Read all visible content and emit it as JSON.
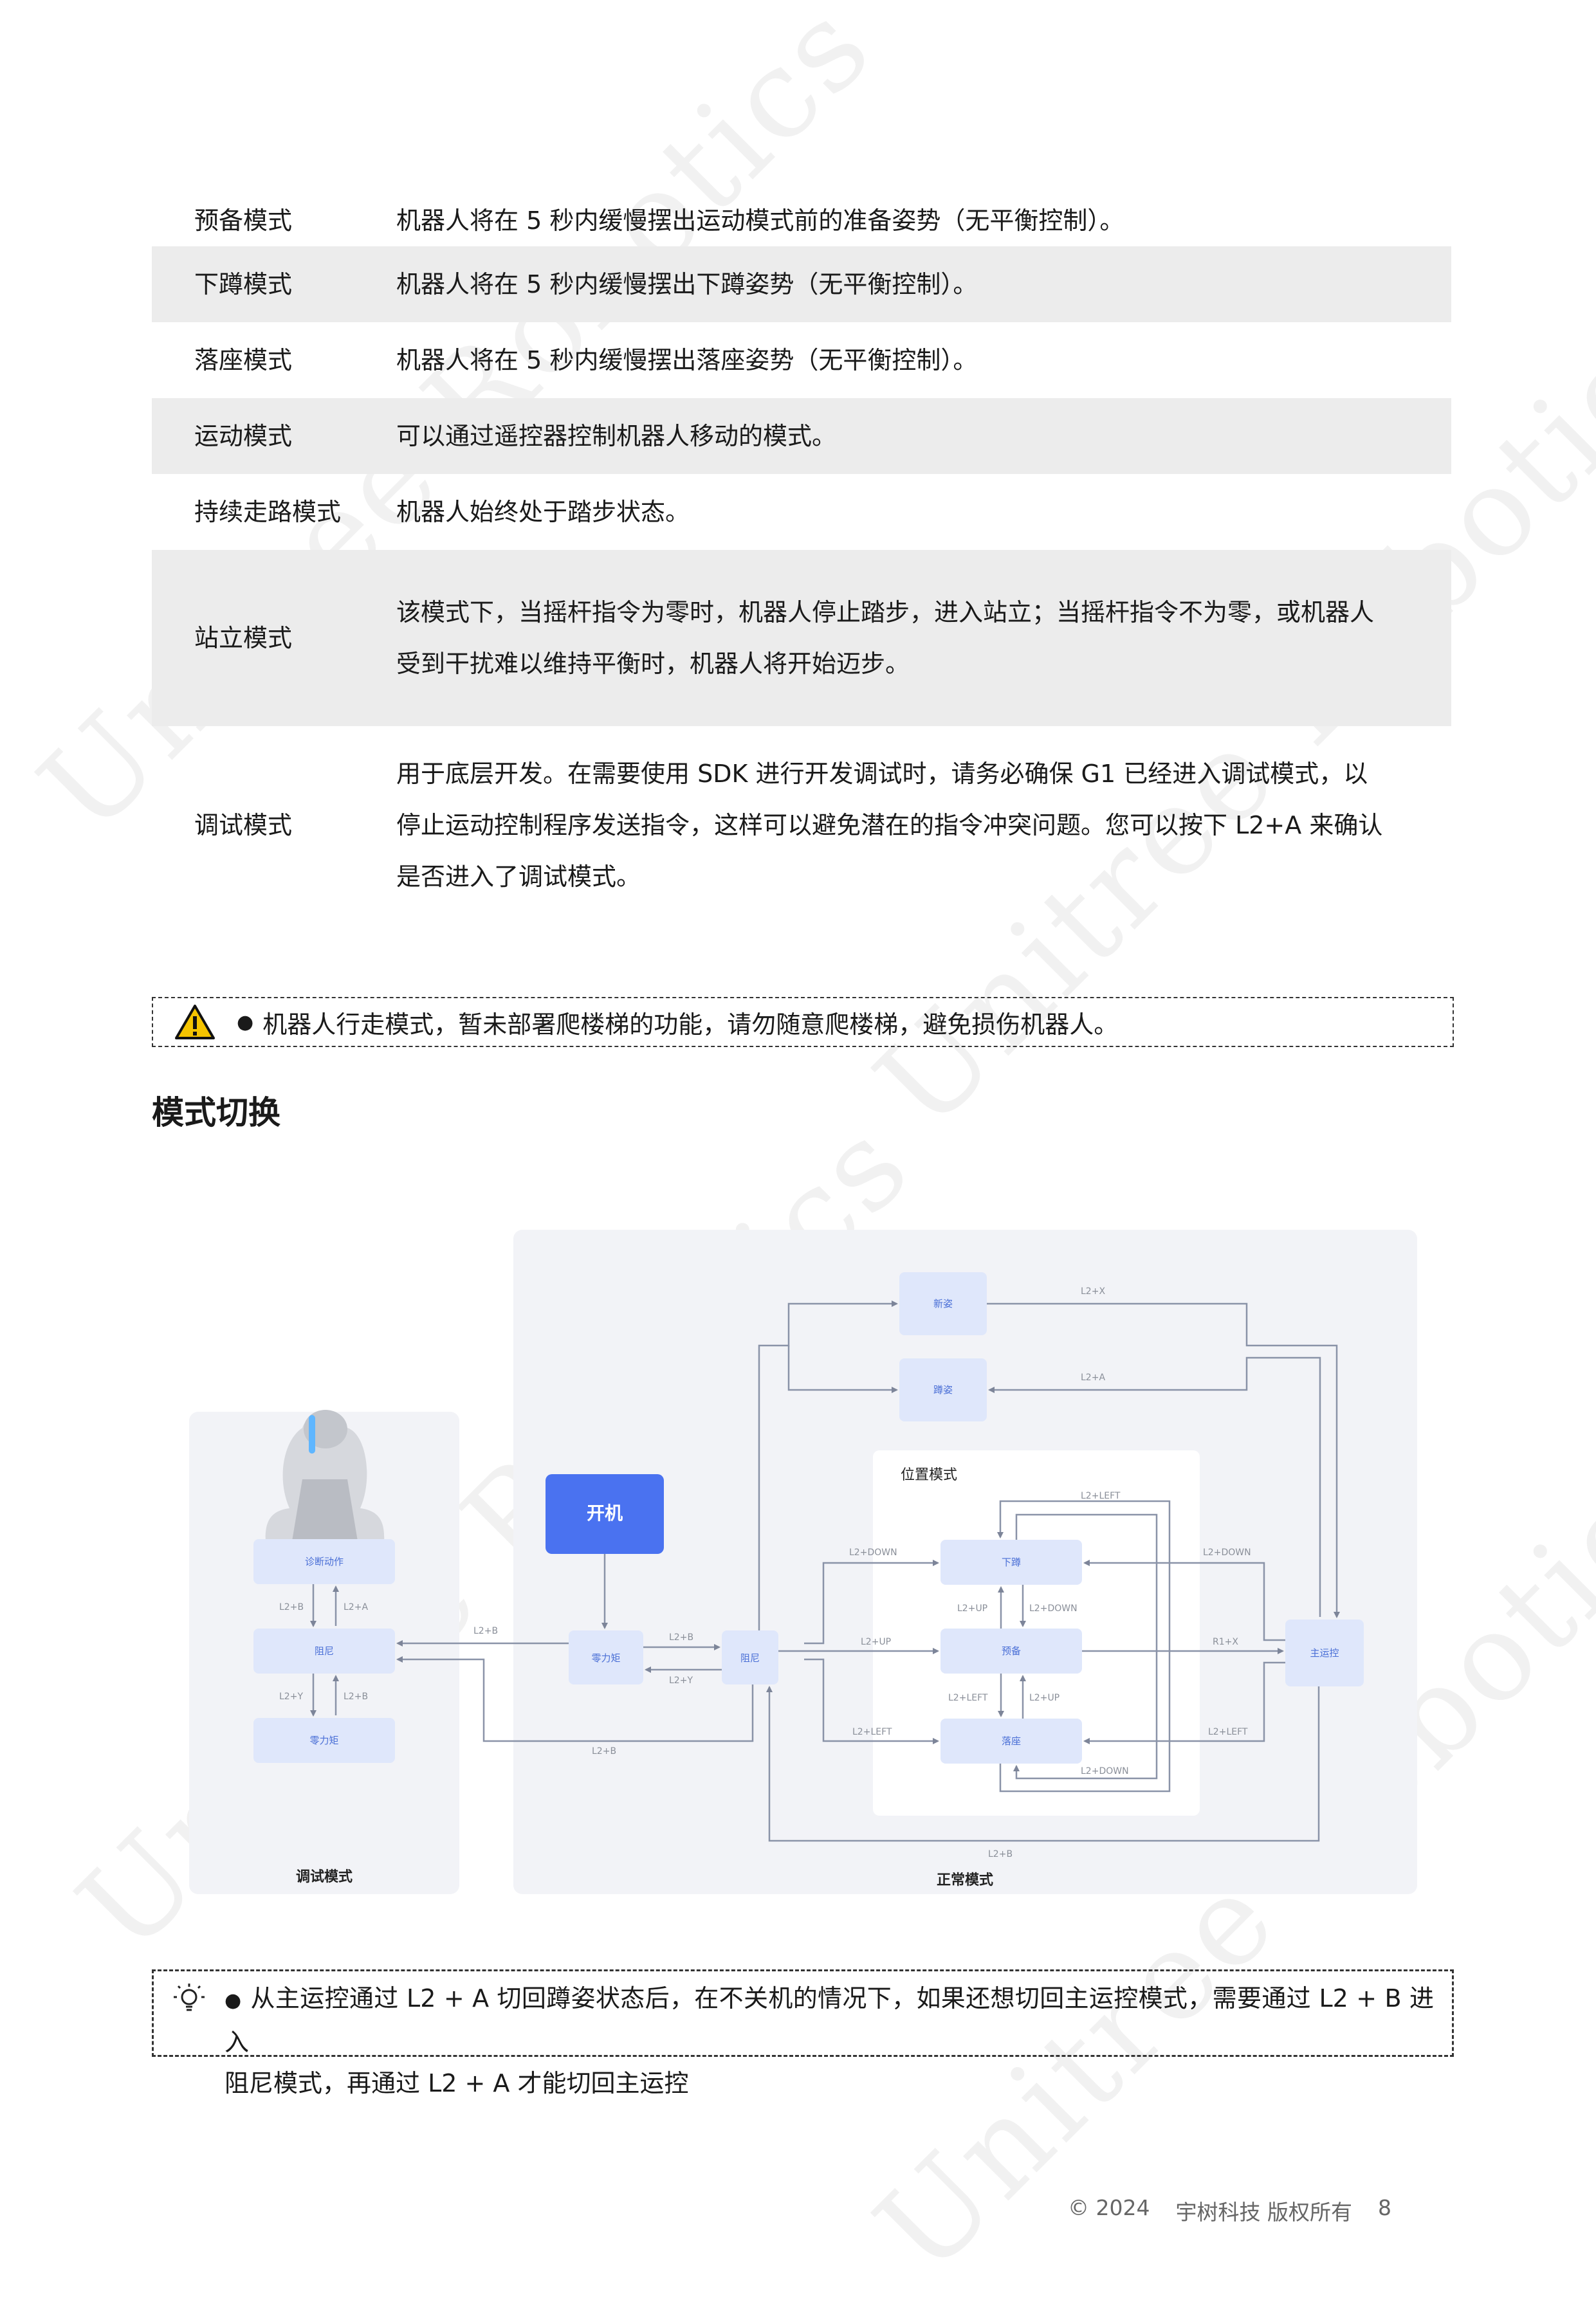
{
  "watermark": {
    "text": "Unitree Robotics"
  },
  "modes": [
    {
      "name": "预备模式",
      "desc_lines": [
        "机器人将在 5 秒内缓慢摆出运动模式前的准备姿势（无平衡控制）。"
      ],
      "shaded": false
    },
    {
      "name": "下蹲模式",
      "desc_lines": [
        "机器人将在 5 秒内缓慢摆出下蹲姿势（无平衡控制）。"
      ],
      "shaded": true
    },
    {
      "name": "落座模式",
      "desc_lines": [
        "机器人将在 5 秒内缓慢摆出落座姿势（无平衡控制）。"
      ],
      "shaded": false
    },
    {
      "name": "运动模式",
      "desc_lines": [
        "可以通过遥控器控制机器人移动的模式。"
      ],
      "shaded": true
    },
    {
      "name": "持续走路模式",
      "desc_lines": [
        "机器人始终处于踏步状态。"
      ],
      "shaded": false
    },
    {
      "name": "站立模式",
      "desc_lines": [
        "该模式下，当摇杆指令为零时，机器人停止踏步，进入站立；当摇杆指令不为零，或机器人",
        "受到干扰难以维持平衡时，机器人将开始迈步。"
      ],
      "shaded": true
    },
    {
      "name": "调试模式",
      "desc_lines": [
        "用于底层开发。在需要使用 SDK 进行开发调试时，请务必确保 G1 已经进入调试模式，以",
        "停止运动控制程序发送指令，这样可以避免潜在的指令冲突问题。您可以按下 L2+A 来确认",
        "是否进入了调试模式。"
      ],
      "shaded": false
    }
  ],
  "warning": {
    "bullet": "●",
    "text": "机器人行走模式，暂未部署爬楼梯的功能，请勿随意爬楼梯，避免损伤机器人。"
  },
  "section_title": "模式切换",
  "diagram": {
    "panel_debug": "调试模式",
    "panel_normal": "正常模式",
    "panel_position": "位置模式",
    "nodes": {
      "power_on": "开机",
      "diag_action": "诊断动作",
      "damping_debug": "阻尼",
      "zero_torque_debug": "零力矩",
      "zero_torque": "零力矩",
      "damping": "阻尼",
      "new_pose": "新姿",
      "squat_pose": "蹲姿",
      "squat": "下蹲",
      "prepare": "预备",
      "sit": "落座",
      "main_control": "主运控"
    },
    "labels": {
      "l2b": "L2+B",
      "l2a": "L2+A",
      "l2y": "L2+Y",
      "l2x": "L2+X",
      "l2down": "L2+DOWN",
      "l2up": "L2+UP",
      "l2left": "L2+LEFT",
      "r1x": "R1+X"
    }
  },
  "tip": {
    "bullet": "●",
    "line1": "从主运控通过 L2 + A 切回蹲姿状态后，在不关机的情况下，如果还想切回主运控模式，需要通过 L2 + B 进入",
    "line2": "阻尼模式，再通过 L2 + A 才能切回主运控"
  },
  "footer": {
    "copyright": "© 2024",
    "company": "宇树科技 版权所有",
    "page": "8"
  },
  "colors": {
    "accent": "#4a72f0",
    "node_fill": "#dfe7fb",
    "node_text": "#4a6fd6",
    "panel_bg": "#f2f3f7"
  }
}
